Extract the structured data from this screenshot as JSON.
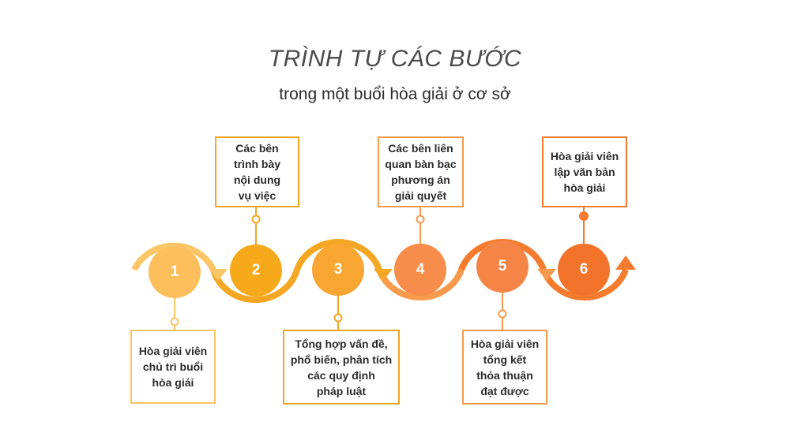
{
  "header": {
    "title": "TRÌNH TỰ CÁC BƯỚC",
    "subtitle": "trong một buổi hòa giải ở cơ sở"
  },
  "colors": {
    "step1": "#FDBE5C",
    "step2": "#F6A91B",
    "step3": "#F9A531",
    "step4": "#F88C4A",
    "step5": "#F58447",
    "step6": "#F4732A",
    "track1": "#FCC566",
    "track2": "#F5A623",
    "track3": "#FA9A4D",
    "track4": "#F57C2E"
  },
  "steps": [
    {
      "number": "1",
      "text": "Hòa giải viên\nchủ trì buổi\nhòa giải"
    },
    {
      "number": "2",
      "text": "Các bên\ntrình bày\nnội dung\nvụ việc"
    },
    {
      "number": "3",
      "text": "Tổng hợp vấn đề,\nphổ biến, phân tích\ncác quy định\npháp luật"
    },
    {
      "number": "4",
      "text": "Các bên liên\nquan bàn bạc\nphương án\ngiải quyết"
    },
    {
      "number": "5",
      "text": "Hòa giải viên\ntổng kết\nthỏa thuận\nđạt được"
    },
    {
      "number": "6",
      "text": "Hòa giải viên\nlập văn bản\nhòa giải"
    }
  ]
}
